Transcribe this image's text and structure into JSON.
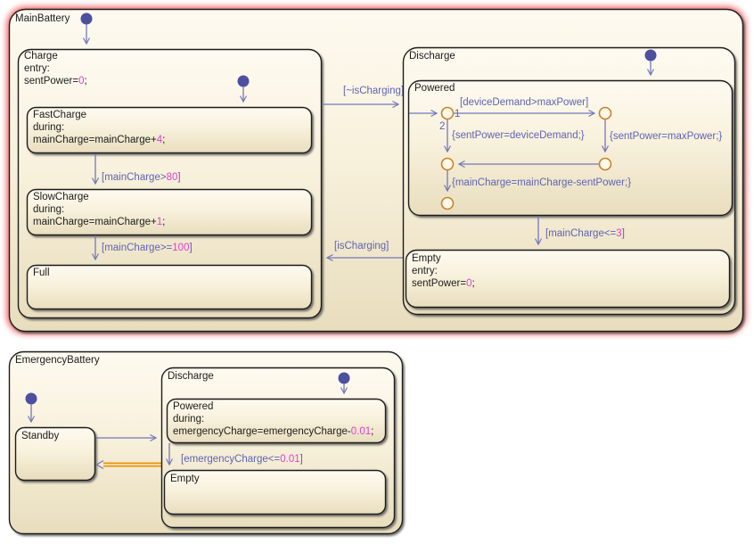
{
  "colors": {
    "transition_line": "#7377bb",
    "transition_label": "#5f63b4",
    "numeric_literal": "#e03fd2",
    "junction_ring": "#c9822e",
    "default_transition_dot": "#4d4f9f",
    "active_highlight": "#e8940a",
    "state_fill_top": "#fefaf0",
    "state_fill_bottom": "#e8ddbd",
    "selection_glow": "#f0504f"
  },
  "main_battery": {
    "title": "MainBattery",
    "charge": {
      "title": "Charge",
      "entry_label": "entry:",
      "entry_action": {
        "pre": "sentPower=",
        "lit": "0",
        "post": ";"
      },
      "fast_charge": {
        "title": "FastCharge",
        "during_label": "during:",
        "action": {
          "pre": "mainCharge=mainCharge+",
          "lit": "4",
          "post": ";"
        }
      },
      "slow_charge": {
        "title": "SlowCharge",
        "during_label": "during:",
        "action": {
          "pre": "mainCharge=mainCharge+",
          "lit": "1",
          "post": ";"
        }
      },
      "full": {
        "title": "Full"
      },
      "t_fast_to_slow": {
        "pre": "[mainCharge>",
        "lit": "80",
        "post": "]"
      },
      "t_slow_to_full": {
        "pre": "[mainCharge>=",
        "lit": "100",
        "post": "]"
      }
    },
    "discharge": {
      "title": "Discharge",
      "powered": {
        "title": "Powered",
        "branch_1": "1",
        "branch_2": "2",
        "t_demand": "[deviceDemand>maxPower]",
        "a_sent_demand": "{sentPower=deviceDemand;}",
        "a_sent_max": "{sentPower=maxPower;}",
        "a_discharge": "{mainCharge=mainCharge-sentPower;}"
      },
      "empty": {
        "title": "Empty",
        "entry_label": "entry:",
        "entry_action": {
          "pre": "sentPower=",
          "lit": "0",
          "post": ";"
        }
      },
      "t_powered_to_empty": {
        "pre": "[mainCharge<=",
        "lit": "3",
        "post": "]"
      }
    },
    "t_charge_to_discharge": "[~isCharging]",
    "t_discharge_to_charge": "[isCharging]"
  },
  "emergency_battery": {
    "title": "EmergencyBattery",
    "standby": {
      "title": "Standby"
    },
    "discharge": {
      "title": "Discharge",
      "powered": {
        "title": "Powered",
        "during_label": "during:",
        "action": {
          "pre": "emergencyCharge=emergencyCharge-",
          "lit": "0.01",
          "post": ";"
        }
      },
      "empty": {
        "title": "Empty"
      },
      "t_powered_to_empty": {
        "pre": "[emergencyCharge<=",
        "lit": "0.01",
        "post": "]"
      }
    }
  }
}
